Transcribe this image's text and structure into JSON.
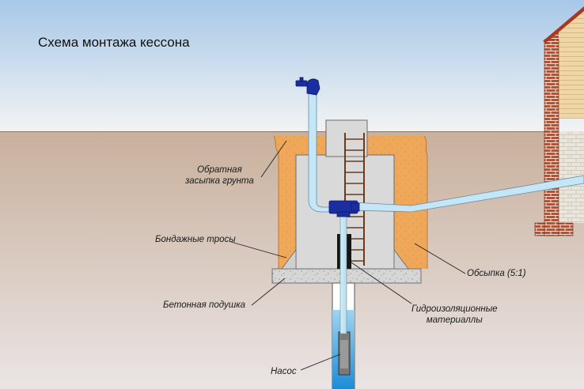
{
  "diagram": {
    "title": "Схема монтажа кессона",
    "labels": {
      "backfill_line1": "Обратная",
      "backfill_line2": "засыпка грунта",
      "cables": "Бондажные тросы",
      "sand_fill": "Обсыпка (5:1)",
      "concrete_pad": "Бетонная подушка",
      "waterproofing_line1": "Гидроизоляционные",
      "waterproofing_line2": "материаллы",
      "pump": "Насос"
    }
  },
  "colors": {
    "sky_top": "#a7c8e8",
    "sky_bottom": "#f2f4f4",
    "ground": "#d1c1b5",
    "sand": "#f0a85a",
    "concrete": "#d8d8d8",
    "pipe": "#c4e6f6",
    "fitting": "#1a2c9c",
    "water": "#3aa0dc",
    "brick": "#c64a2c",
    "house_siding": "#f0d8a8"
  }
}
